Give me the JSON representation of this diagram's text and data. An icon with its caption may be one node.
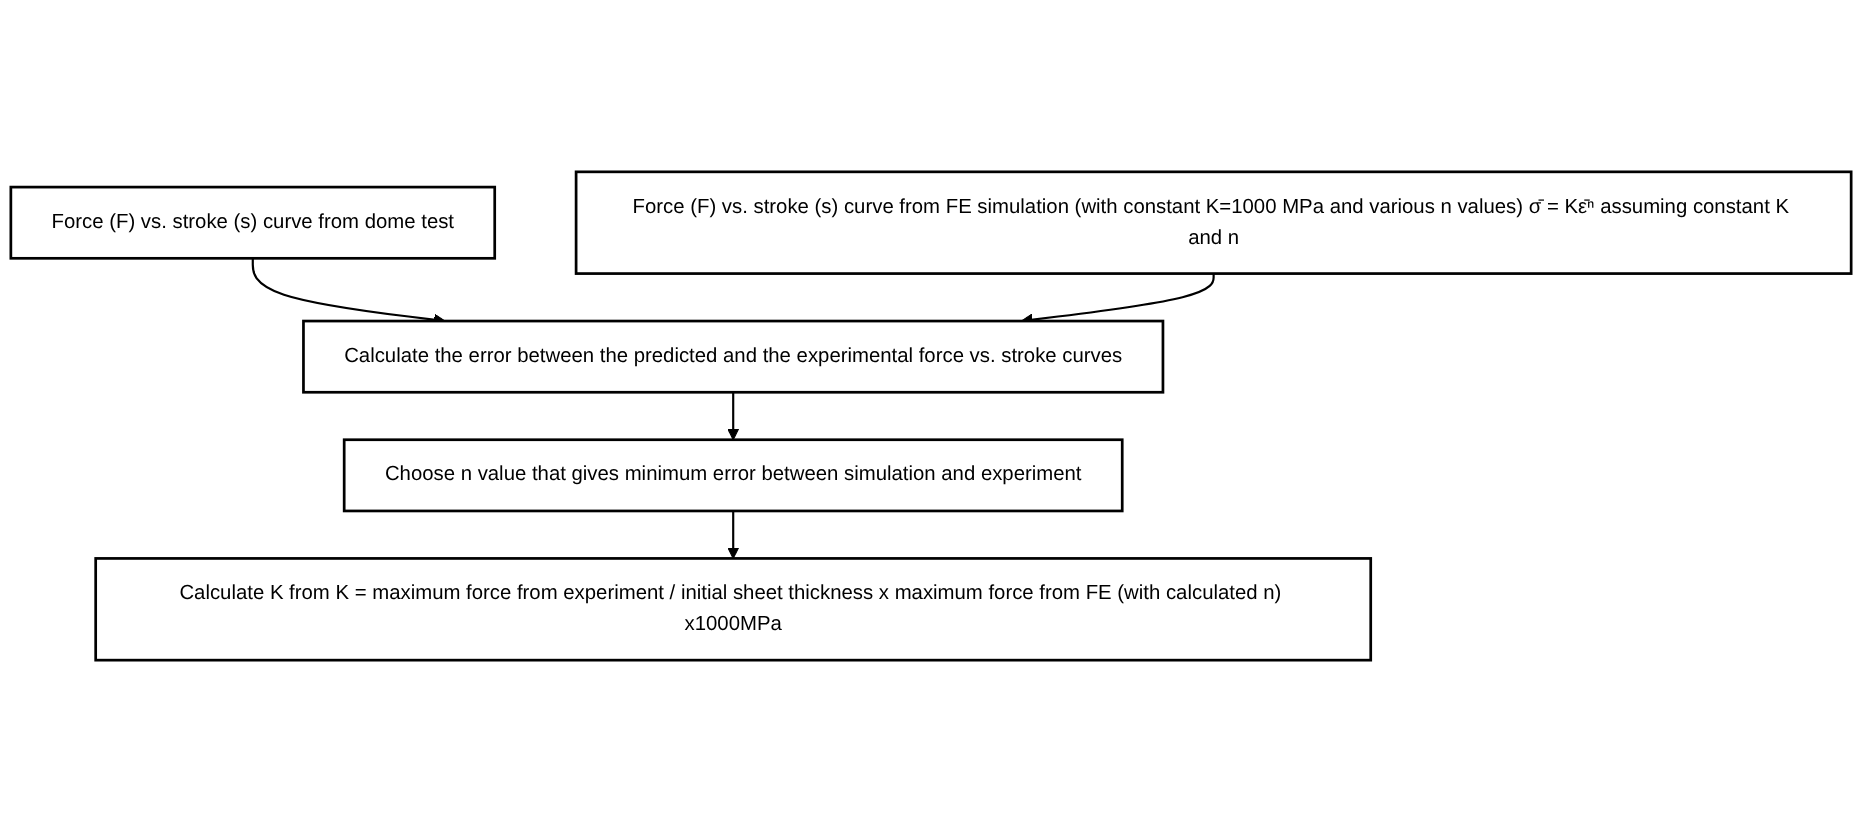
{
  "diagram": {
    "nodes": [
      {
        "text": [
          "Force (F) vs. stroke (s) curve from dome test"
        ]
      },
      {
        "text": [
          "Force (F) vs. stroke (s) curve from FE simulation (with constant K=1000 MPa and various n values) σ̄ = Kε̄ⁿ assuming constant K and n"
        ]
      },
      {
        "text": [
          "Calculate the error between the predicted and the experimental force vs. stroke curves"
        ]
      },
      {
        "text": [
          "Choose n value that gives minimum error between simulation and experiment"
        ]
      },
      {
        "text": [
          "Calculate K from K = maximum force from experiment / initial sheet thickness x maximum force from FE (with calculated n) x1000MPa"
        ]
      }
    ],
    "edges": [
      {
        "from": 0,
        "to": 2,
        "arrow": "to"
      },
      {
        "from": 1,
        "to": 2,
        "arrow": "to"
      },
      {
        "from": 2,
        "to": 3,
        "arrow": "to"
      },
      {
        "from": 3,
        "to": 4,
        "arrow": "to"
      }
    ]
  }
}
